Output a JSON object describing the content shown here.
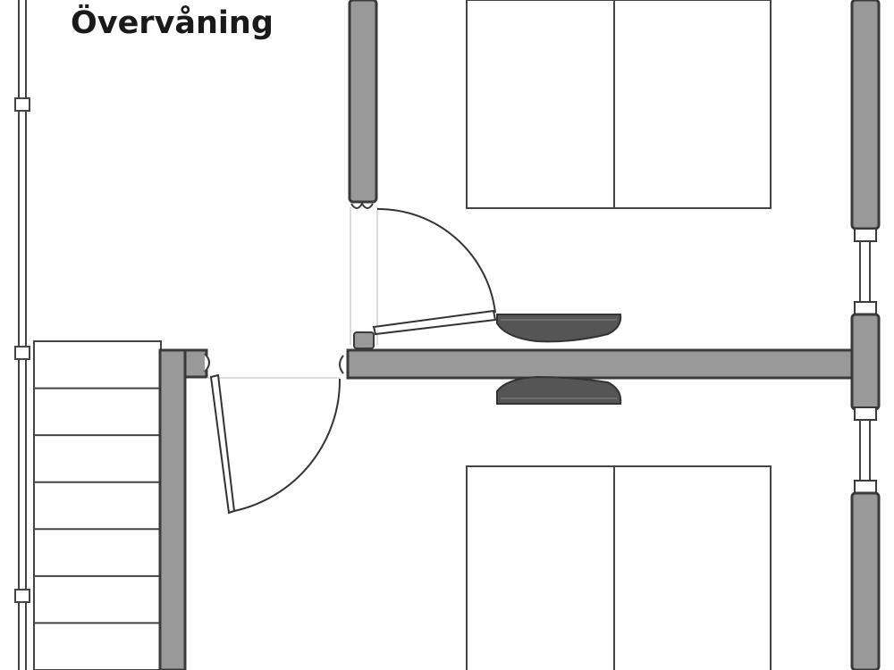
{
  "floor_plan": {
    "title": "Övervåning",
    "colors": {
      "background": "#ffffff",
      "wall_fill": "#999999",
      "wall_stroke": "#3a3a3a",
      "line": "#444444",
      "radiator": "#555555"
    },
    "rooms": [
      {
        "name": "upper-bedroom",
        "furniture": "double-bed"
      },
      {
        "name": "lower-bedroom",
        "furniture": "double-bed"
      },
      {
        "name": "hall",
        "furniture": "staircase"
      }
    ],
    "doors": [
      {
        "name": "upper-bedroom-door",
        "swing": "arc"
      },
      {
        "name": "lower-bedroom-door",
        "swing": "arc"
      }
    ],
    "stair_treads": 7,
    "radiators": 2
  }
}
